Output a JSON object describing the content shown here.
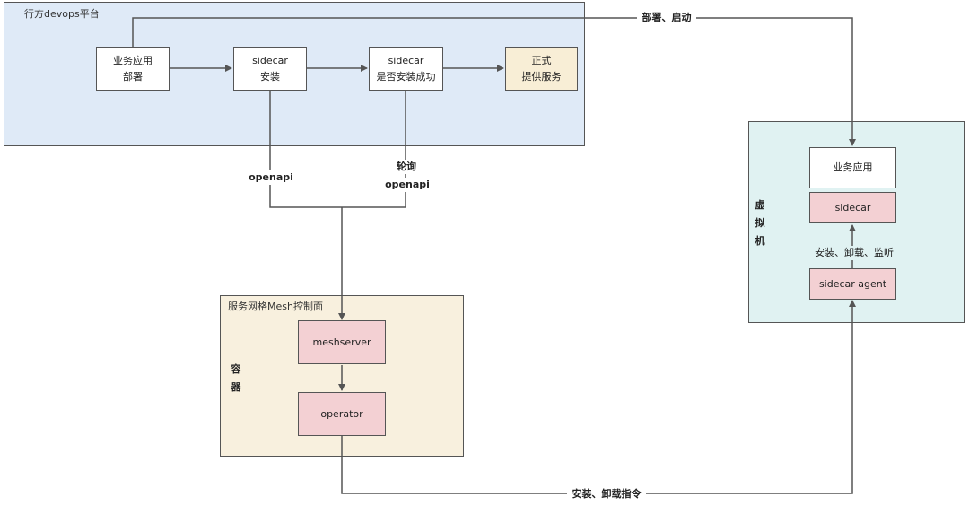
{
  "devops_region": {
    "title": "行方devops平台"
  },
  "mesh_region": {
    "title": "服务网格Mesh控制面",
    "side_label": "容器"
  },
  "vm_region": {
    "side_label": "虚拟机"
  },
  "nodes": {
    "deploy_app": {
      "line1": "业务应用",
      "line2": "部署"
    },
    "sidecar_install": {
      "line1": "sidecar",
      "line2": "安装"
    },
    "sidecar_check": {
      "line1": "sidecar",
      "line2": "是否安装成功"
    },
    "formal_service": {
      "line1": "正式",
      "line2": "提供服务"
    },
    "vm_app": {
      "text": "业务应用"
    },
    "vm_sidecar": {
      "text": "sidecar"
    },
    "sidecar_agent": {
      "text": "sidecar agent"
    },
    "meshserver": {
      "text": "meshserver"
    },
    "operator": {
      "text": "operator"
    }
  },
  "edge_labels": {
    "deploy_start": "部署、启动",
    "openapi": "openapi",
    "poll_line1": "轮询",
    "poll_line2": "openapi",
    "install_uninstall_listen": "安装、卸载、监听",
    "install_uninstall_cmd": "安装、卸载指令"
  },
  "colors": {
    "devops_bg": "#dfeaf7",
    "mesh_bg": "#f8f0de",
    "vm_bg": "#e0f2f2",
    "pink_node": "#f3d0d3",
    "beige_node": "#f8eed6",
    "line": "#555555"
  }
}
